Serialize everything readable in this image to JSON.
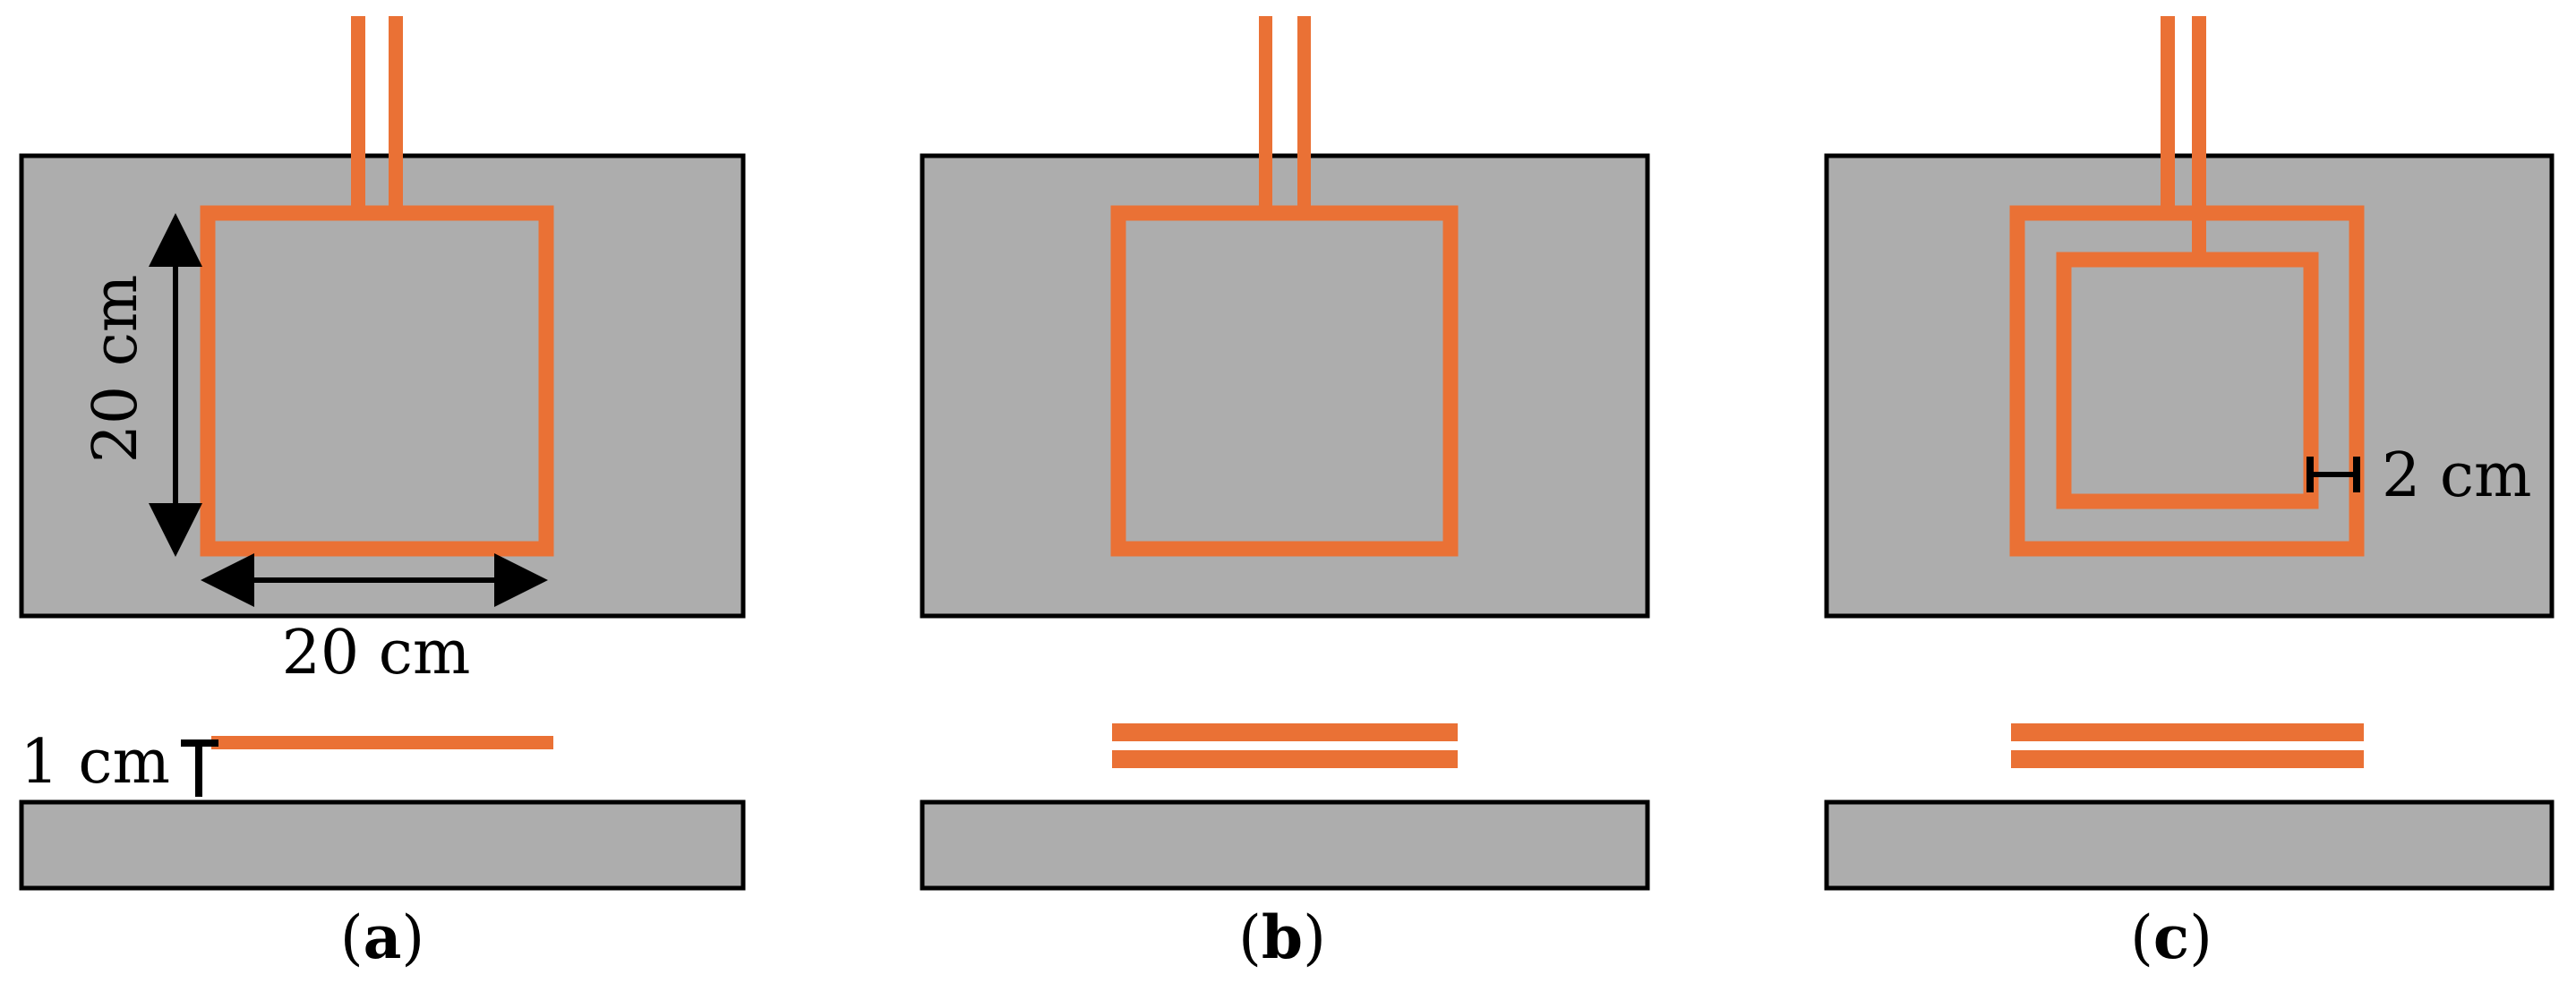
{
  "colors": {
    "plate": "#adadad",
    "plate_edge": "#000000",
    "coil": "#ea7135",
    "annotation": "#000000",
    "background": "#ffffff"
  },
  "panels": [
    {
      "id": "a",
      "caption_open": "(",
      "caption_letter": "a",
      "caption_close": ")",
      "coil_turns": 1,
      "labels": {
        "height": "20 cm",
        "width": "20 cm",
        "gap": "1 cm"
      }
    },
    {
      "id": "b",
      "caption_open": "(",
      "caption_letter": "b",
      "caption_close": ")",
      "coil_turns": 2
    },
    {
      "id": "c",
      "caption_open": "(",
      "caption_letter": "c",
      "caption_close": ")",
      "coil_turns": 2,
      "labels": {
        "spacing": "2 cm"
      }
    }
  ]
}
